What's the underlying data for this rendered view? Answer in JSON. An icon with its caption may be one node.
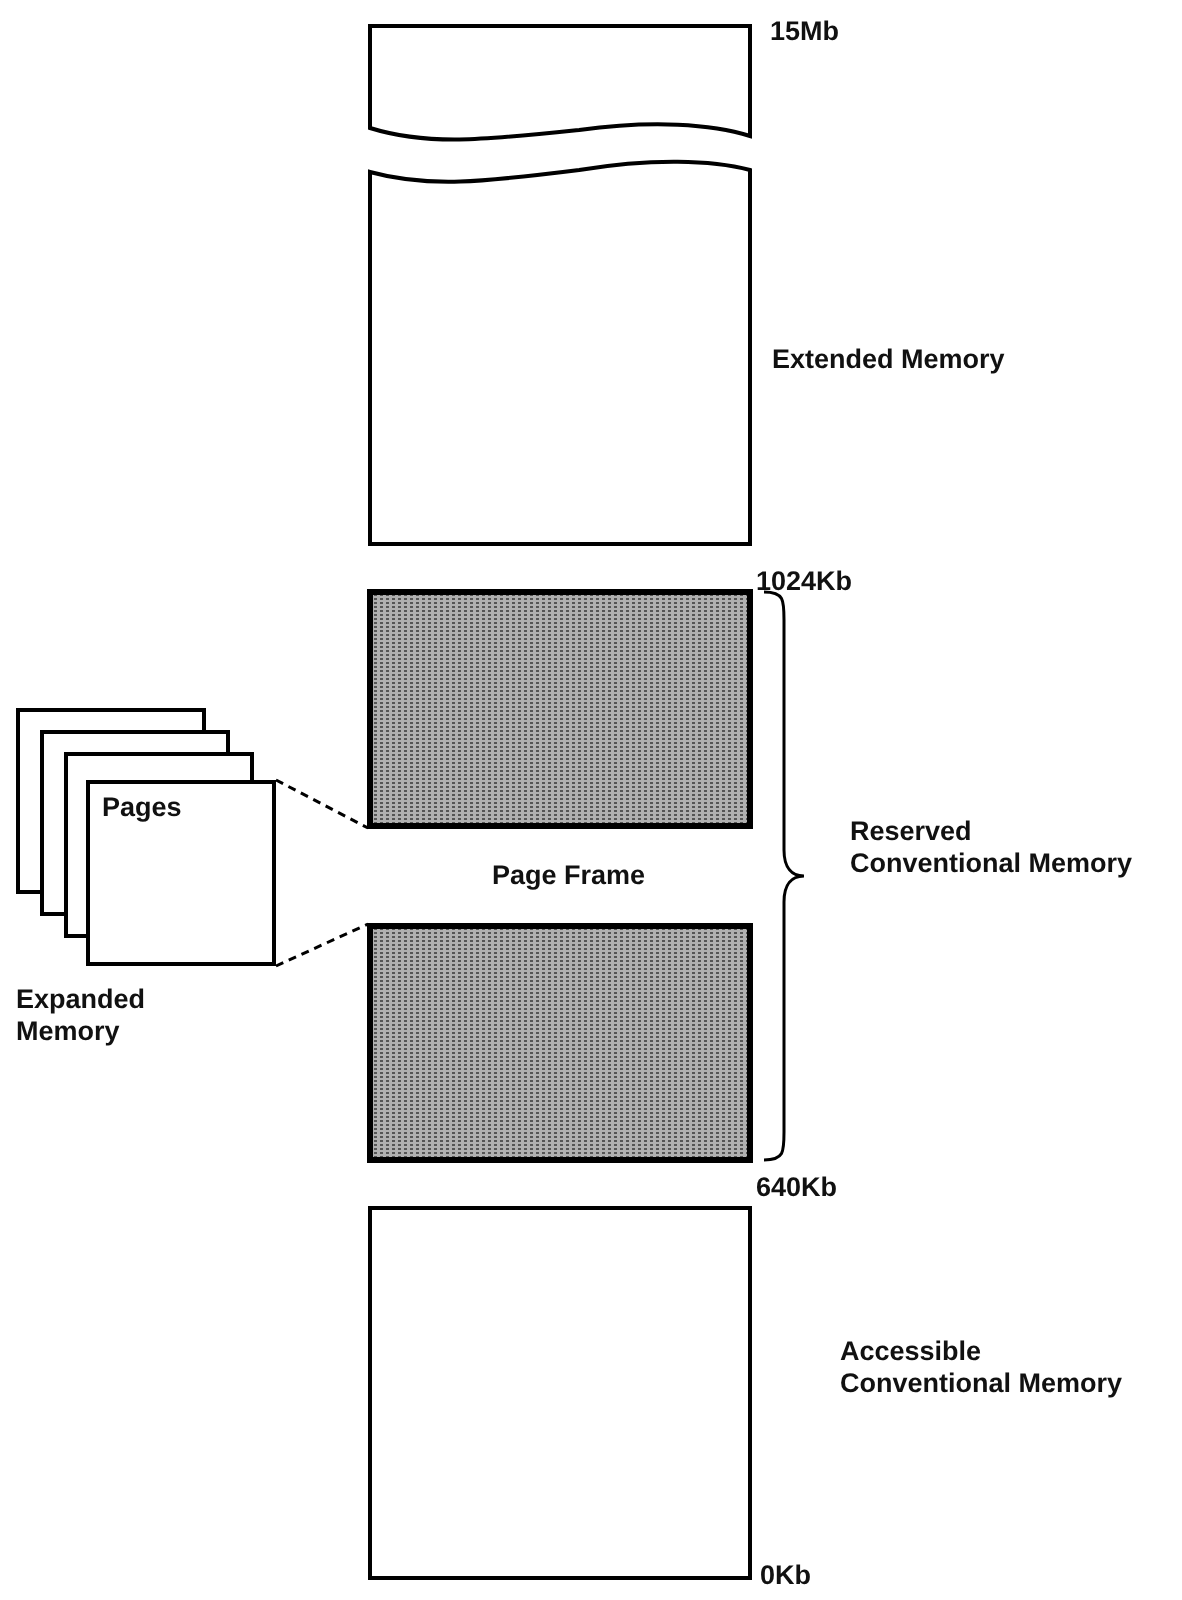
{
  "diagram": {
    "nodes": [
      {
        "text": [],
        "shape": "box"
      },
      {
        "text": [],
        "shape": "box",
        "beside": [
          "Extended Memory"
        ]
      },
      {
        "text": [],
        "shape": "box"
      },
      {
        "text": [],
        "shape": "box"
      },
      {
        "text": [],
        "shape": "box",
        "beside": [
          "Accessible Conventional Memory"
        ]
      },
      {
        "text": [],
        "shape": "box"
      },
      {
        "text": [],
        "shape": "box"
      },
      {
        "text": [],
        "shape": "box"
      },
      {
        "text": [
          "Pages"
        ],
        "beside": [
          "Expanded Memory"
        ]
      }
    ],
    "edges": [
      {
        "from": 8,
        "to": 2,
        "arrow": "none",
        "style": "dashed"
      },
      {
        "from": 8,
        "to": 3,
        "arrow": "none",
        "style": "dashed"
      }
    ],
    "labels": [
      "15Mb",
      "1024Kb",
      "Page Frame",
      "Reserved Conventional Memory",
      "640Kb",
      "0Kb"
    ]
  }
}
